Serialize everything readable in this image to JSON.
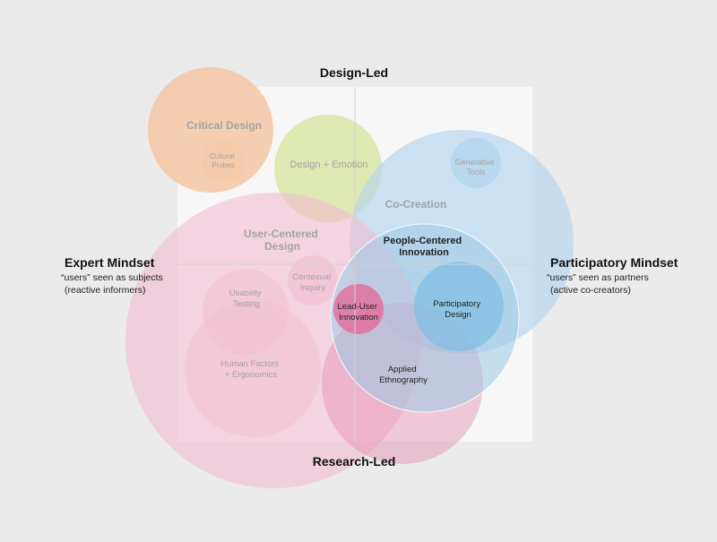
{
  "axes": {
    "top": "Design-Led",
    "bottom": "Research-Led",
    "left": {
      "title": "Expert Mindset",
      "lines": [
        "“users” seen as subjects",
        "(reactive informers)"
      ]
    },
    "right": {
      "title": "Participatory Mindset",
      "lines": [
        "“users” seen as partners",
        "(active co-creators)"
      ]
    }
  },
  "areas": [
    {
      "name": "critical-design",
      "lines": [
        "Critical Design"
      ],
      "color": "#f4c7a4",
      "text_color": "#a3a3a3",
      "bold": true
    },
    {
      "name": "cultural-probes",
      "lines": [
        "Cultural",
        "Probes"
      ],
      "color": "#f4c7a4",
      "text_color": "#a3a3a3",
      "bold": false
    },
    {
      "name": "design-emotion",
      "lines": [
        "Design + Emotion"
      ],
      "color": "#d7e4a0",
      "text_color": "#a3a3a3",
      "bold": false
    },
    {
      "name": "co-creation",
      "lines": [
        "Co-Creation"
      ],
      "color": "#b3d6ee",
      "text_color": "#a3a3a3",
      "bold": true
    },
    {
      "name": "generative-tools",
      "lines": [
        "Generative",
        "Tools"
      ],
      "color": "#b3d6ee",
      "text_color": "#a3a3a3",
      "bold": false
    },
    {
      "name": "user-centered-design",
      "lines": [
        "User-Centered",
        "Design"
      ],
      "color": "#f2bdd0",
      "text_color": "#a3a3a3",
      "bold": true
    },
    {
      "name": "contextual-inquiry",
      "lines": [
        "Contexual",
        "Inquiry"
      ],
      "color": "#f2bdd0",
      "text_color": "#a3a3a3",
      "bold": false
    },
    {
      "name": "usability-testing",
      "lines": [
        "Usability",
        "Testing"
      ],
      "color": "#f2bdd0",
      "text_color": "#a3a3a3",
      "bold": false
    },
    {
      "name": "human-factors",
      "lines": [
        "Human Factors",
        "+ Ergonomics"
      ],
      "color": "#f2bdd0",
      "text_color": "#a3a3a3",
      "bold": false
    },
    {
      "name": "applied-ethnography",
      "lines": [
        "Applied",
        "Ethnography"
      ],
      "color": "#e58fb2",
      "text_color": "#222222",
      "bold": false
    },
    {
      "name": "people-centered-innovation",
      "lines": [
        "People-Centered",
        "Innovation"
      ],
      "color": "#9ccbe5",
      "text_color": "#222222",
      "bold": true
    },
    {
      "name": "lead-user-innovation",
      "lines": [
        "Lead-User",
        "Innovation"
      ],
      "color": "#e36b99",
      "text_color": "#222222",
      "bold": false
    },
    {
      "name": "participatory-design",
      "lines": [
        "Participatory",
        "Design"
      ],
      "color": "#7fbde3",
      "text_color": "#222222",
      "bold": false
    }
  ]
}
